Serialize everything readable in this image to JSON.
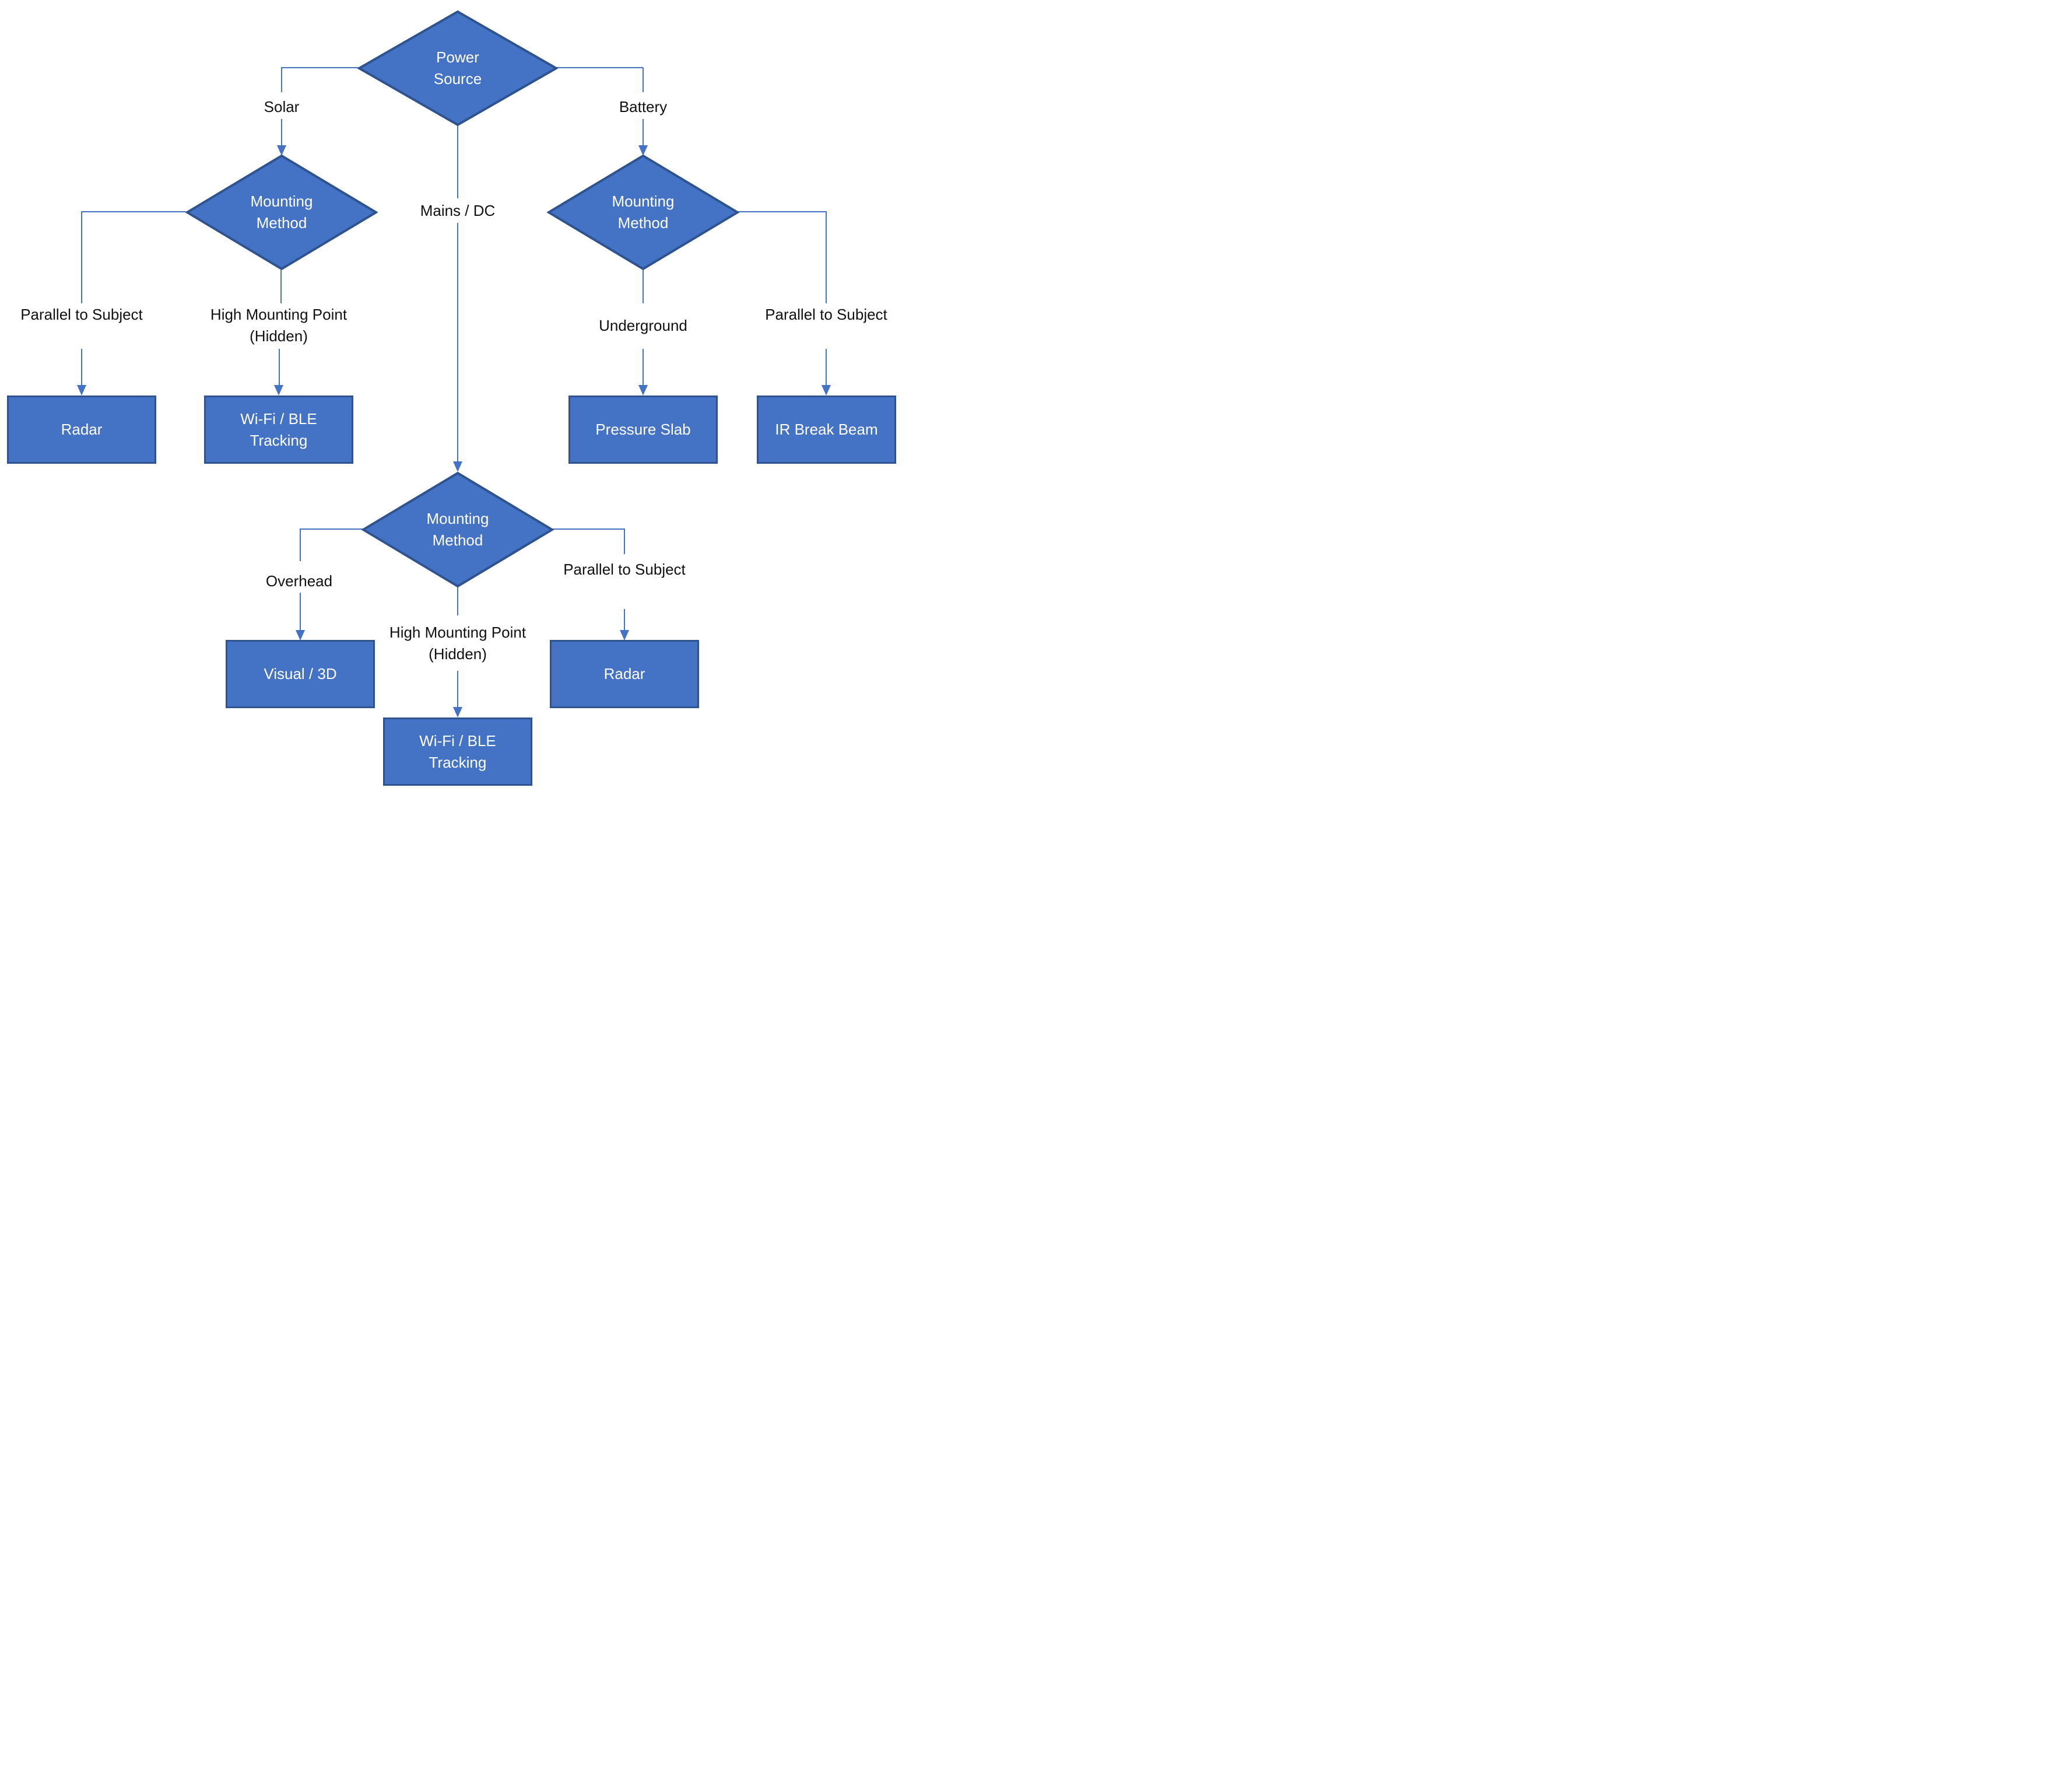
{
  "colors": {
    "shape_fill": "#4472C4",
    "shape_border": "#2E538F",
    "connector": "#4472C4",
    "label_text": "#111111",
    "shape_text": "#FFFFFF"
  },
  "decisions": {
    "power_source": {
      "label": "Power Source"
    },
    "mounting_solar": {
      "label": "Mounting Method"
    },
    "mounting_battery": {
      "label": "Mounting Method"
    },
    "mounting_mains": {
      "label": "Mounting Method"
    }
  },
  "branch_labels": {
    "solar": "Solar",
    "battery": "Battery",
    "mains_dc": "Mains / DC",
    "parallel_left": "Parallel to Subject",
    "high_mount_left": "High Mounting Point (Hidden)",
    "underground": "Underground",
    "parallel_right": "Parallel to Subject",
    "overhead": "Overhead",
    "high_mount_bottom": "High Mounting Point (Hidden)",
    "parallel_bottom": "Parallel to Subject"
  },
  "outcomes": {
    "radar_left": "Radar",
    "wifi_ble_left": "Wi-Fi / BLE Tracking",
    "pressure_slab": "Pressure Slab",
    "ir_break_beam": "IR Break Beam",
    "visual_3d": "Visual / 3D",
    "radar_bottom": "Radar",
    "wifi_ble_bottom": "Wi-Fi / BLE Tracking"
  }
}
